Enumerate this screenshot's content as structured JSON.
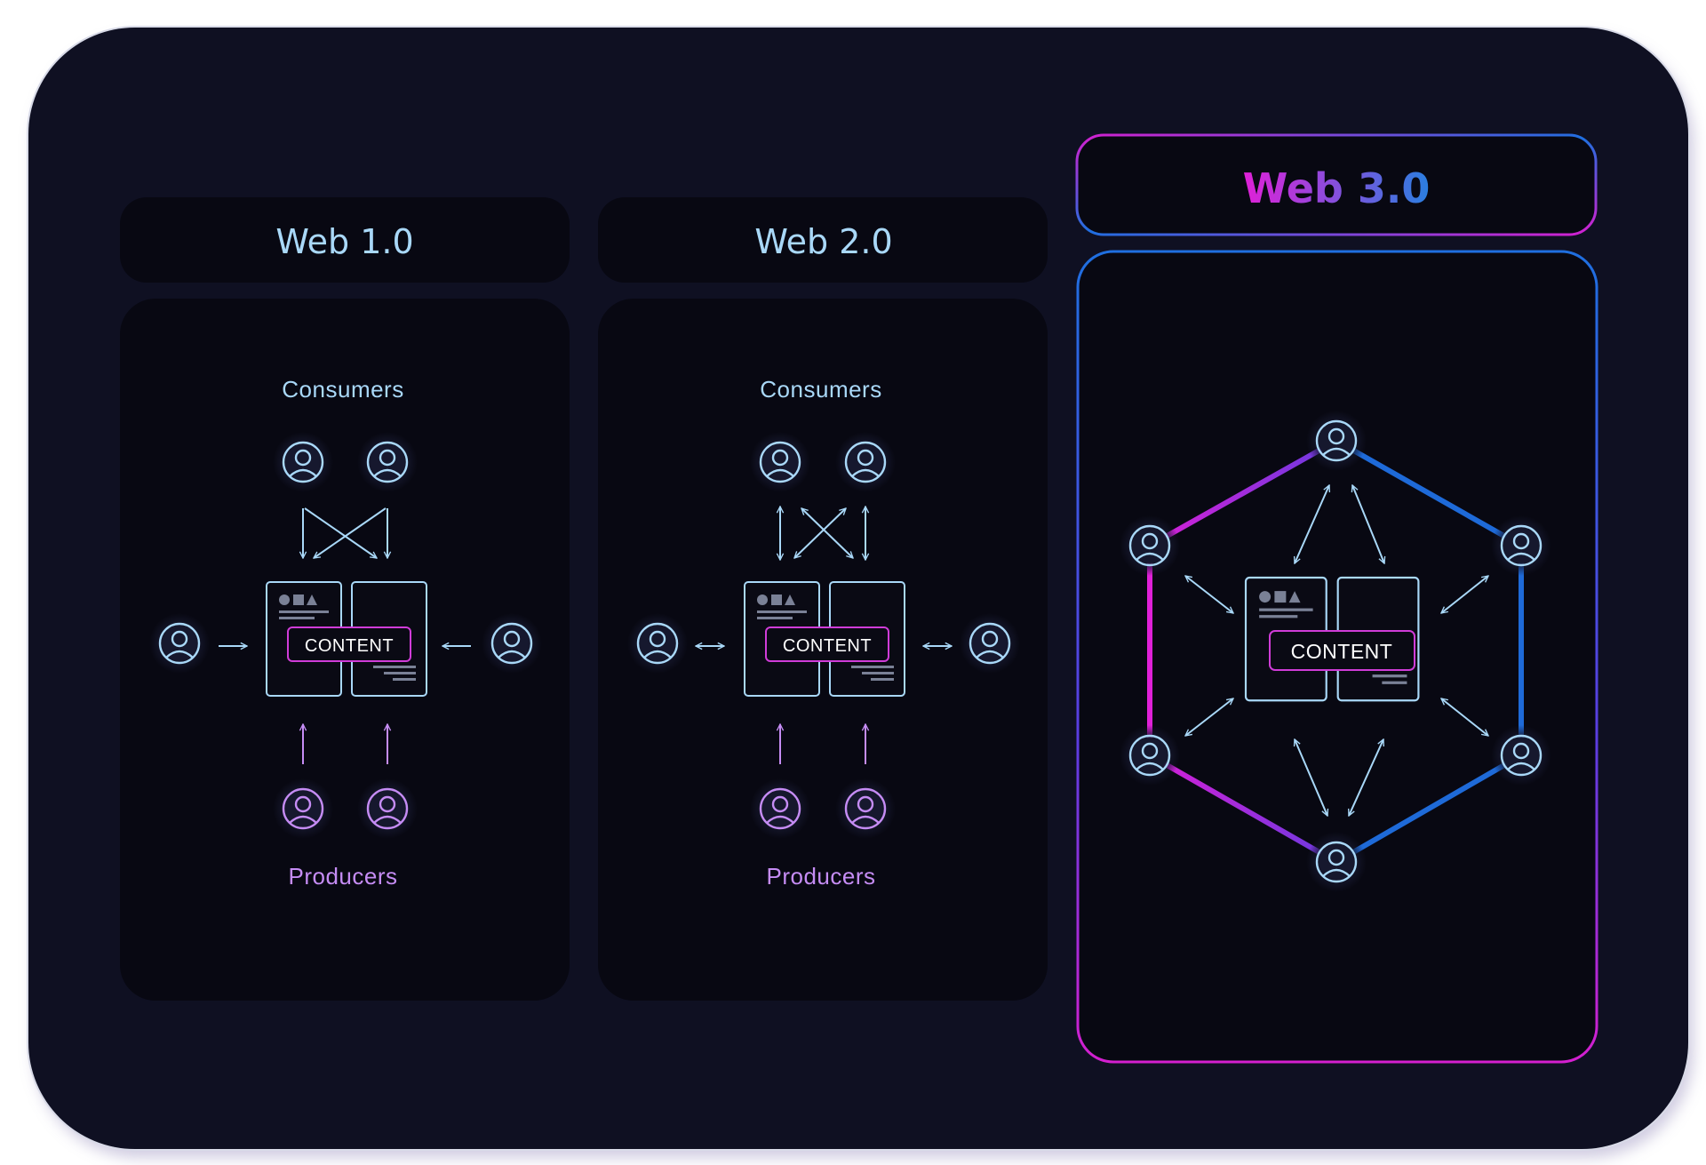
{
  "panels": [
    {
      "title": "Web 1.0",
      "consumers_label": "Consumers",
      "producers_label": "Producers",
      "content_label": "CONTENT"
    },
    {
      "title": "Web 2.0",
      "consumers_label": "Consumers",
      "producers_label": "Producers",
      "content_label": "CONTENT"
    },
    {
      "title": "Web 3.0",
      "content_label": "CONTENT"
    }
  ],
  "colors": {
    "background": "#0f1022",
    "panel": "#080812",
    "consumer": "#a9d8f8",
    "producer": "#c58cf4",
    "magenta": "#e020d8",
    "blue": "#1e6ad8"
  }
}
